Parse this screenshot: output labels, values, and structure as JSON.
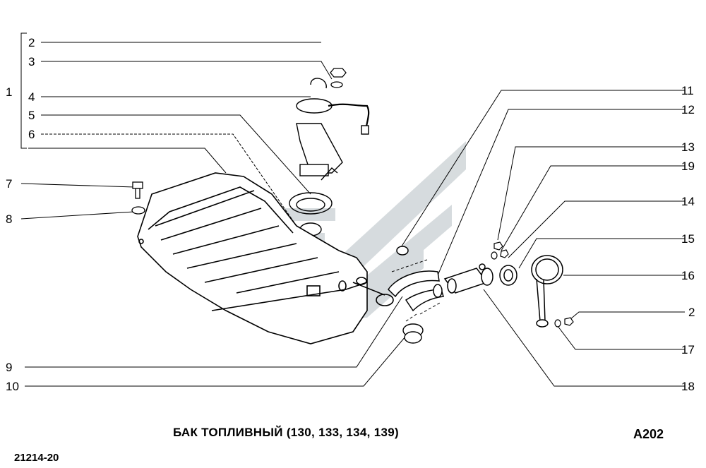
{
  "caption": "БАК ТОПЛИВНЫЙ (130, 133, 134, 139)",
  "page_code": "A202",
  "doc_number": "21214-20",
  "callouts_left": [
    "1",
    "2",
    "3",
    "4",
    "5",
    "6",
    "7",
    "8",
    "9",
    "10"
  ],
  "callouts_right": [
    "11",
    "12",
    "13",
    "19",
    "14",
    "15",
    "16",
    "2",
    "17",
    "18"
  ]
}
